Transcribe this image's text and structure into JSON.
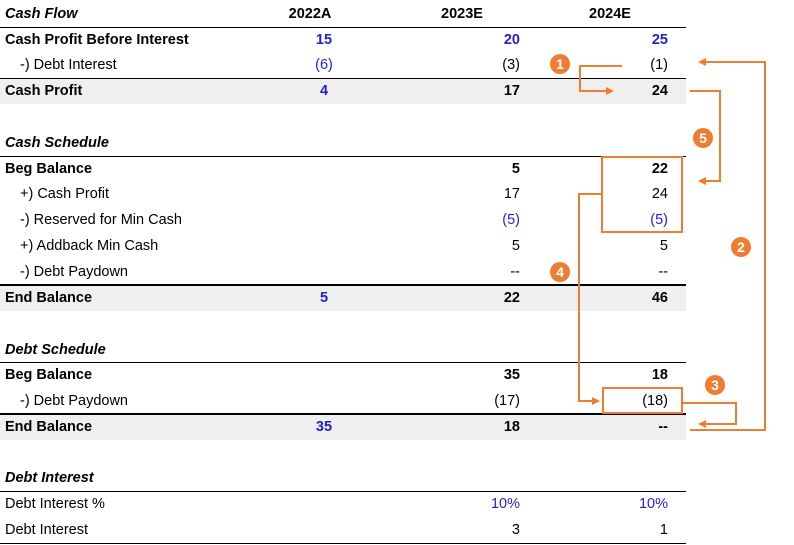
{
  "header": {
    "label": "Cash Flow",
    "years": [
      "2022A",
      "2023E",
      "2024E"
    ]
  },
  "cash_flow": {
    "rows": [
      {
        "label": "Cash Profit Before Interest",
        "v1": "15",
        "v2": "20",
        "v3": "25"
      },
      {
        "label": "-) Debt Interest",
        "v1": "(6)",
        "v2": "(3)",
        "v3": "(1)"
      },
      {
        "label": "Cash Profit",
        "v1": "4",
        "v2": "17",
        "v3": "24"
      }
    ]
  },
  "cash_schedule": {
    "title": "Cash Schedule",
    "rows": [
      {
        "label": "Beg Balance",
        "v1": "",
        "v2": "5",
        "v3": "22"
      },
      {
        "label": "+) Cash Profit",
        "v1": "",
        "v2": "17",
        "v3": "24"
      },
      {
        "label": "-) Reserved for Min Cash",
        "v1": "",
        "v2": "(5)",
        "v3": "(5)"
      },
      {
        "label": "+) Addback Min Cash",
        "v1": "",
        "v2": "5",
        "v3": "5"
      },
      {
        "label": "-) Debt Paydown",
        "v1": "",
        "v2": "--",
        "v3": "--"
      },
      {
        "label": "End Balance",
        "v1": "5",
        "v2": "22",
        "v3": "46"
      }
    ]
  },
  "debt_schedule": {
    "title": "Debt Schedule",
    "rows": [
      {
        "label": "Beg Balance",
        "v1": "",
        "v2": "35",
        "v3": "18"
      },
      {
        "label": "-) Debt Paydown",
        "v1": "",
        "v2": "(17)",
        "v3": "(18)"
      },
      {
        "label": "End Balance",
        "v1": "35",
        "v2": "18",
        "v3": "--"
      }
    ]
  },
  "debt_interest": {
    "title": "Debt Interest",
    "rows": [
      {
        "label": "Debt Interest %",
        "v1": "",
        "v2": "10%",
        "v3": "10%"
      },
      {
        "label": "Debt Interest",
        "v1": "",
        "v2": "3",
        "v3": "1"
      }
    ]
  },
  "callouts": [
    "1",
    "2",
    "3",
    "4",
    "5"
  ],
  "colors": {
    "accent": "#ed7d31",
    "input_blue": "#1f1fd6",
    "shade": "#efefef"
  }
}
